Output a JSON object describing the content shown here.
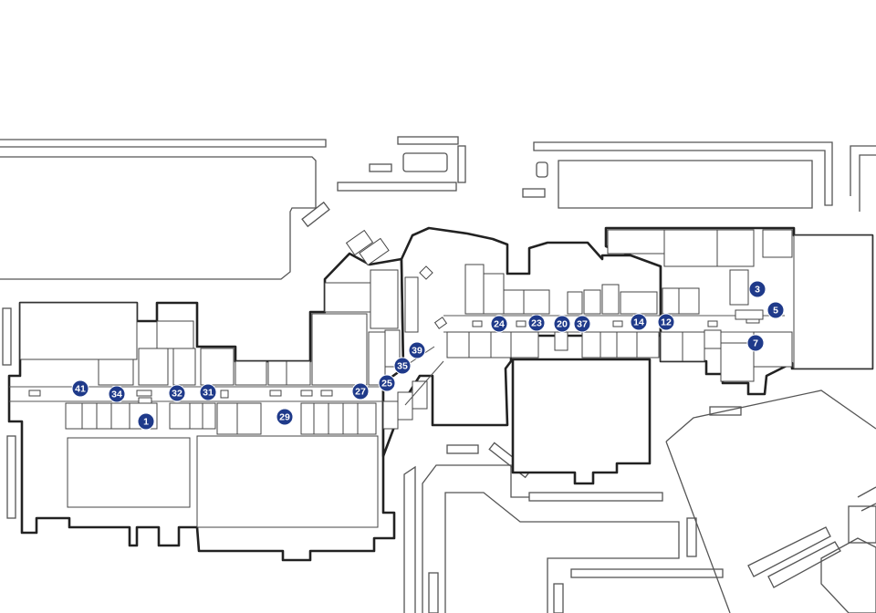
{
  "map": {
    "colors": {
      "marker_fill": "#1f3a8a",
      "marker_text": "#ffffff",
      "building_outline": "#222222",
      "background": "#ffffff"
    },
    "markers": [
      {
        "id": "m1",
        "label": "1"
      },
      {
        "id": "m3",
        "label": "3"
      },
      {
        "id": "m5",
        "label": "5"
      },
      {
        "id": "m7",
        "label": "7"
      },
      {
        "id": "m12",
        "label": "12"
      },
      {
        "id": "m14",
        "label": "14"
      },
      {
        "id": "m20",
        "label": "20"
      },
      {
        "id": "m23",
        "label": "23"
      },
      {
        "id": "m24",
        "label": "24"
      },
      {
        "id": "m25",
        "label": "25"
      },
      {
        "id": "m27",
        "label": "27"
      },
      {
        "id": "m29",
        "label": "29"
      },
      {
        "id": "m31",
        "label": "31"
      },
      {
        "id": "m32",
        "label": "32"
      },
      {
        "id": "m34",
        "label": "34"
      },
      {
        "id": "m35",
        "label": "35"
      },
      {
        "id": "m37",
        "label": "37"
      },
      {
        "id": "m39",
        "label": "39"
      },
      {
        "id": "m41",
        "label": "41"
      }
    ]
  }
}
